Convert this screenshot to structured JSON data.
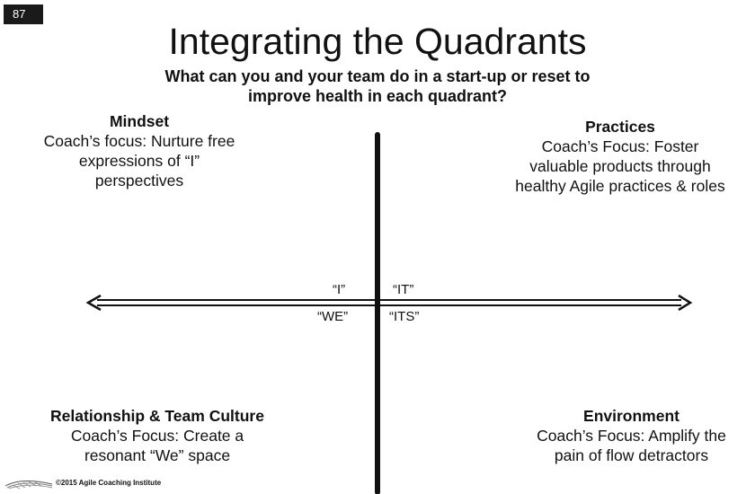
{
  "slide": {
    "number": "87",
    "title": "Integrating the Quadrants",
    "subtitle_line1": "What can you and your team do in a start-up or reset to",
    "subtitle_line2": "improve health in each quadrant?"
  },
  "quadrants": {
    "mindset": {
      "heading": "Mindset",
      "line1": "Coach’s focus: Nurture free",
      "line2": "expressions of “I”",
      "line3": "perspectives"
    },
    "practices": {
      "heading": "Practices",
      "line1": "Coach’s Focus: Foster",
      "line2": "valuable products through",
      "line3": "healthy Agile practices & roles"
    },
    "relationship": {
      "heading": "Relationship  & Team Culture",
      "line1": "Coach’s Focus: Create a",
      "line2": "resonant “We” space"
    },
    "environment": {
      "heading": "Environment",
      "line1": "Coach’s Focus: Amplify the",
      "line2": "pain of flow detractors"
    }
  },
  "axis_labels": {
    "i": "“I”",
    "it": "“IT”",
    "we": "“WE”",
    "its": "“ITS”"
  },
  "footer": {
    "copyright": "©2015 Agile Coaching Institute"
  }
}
